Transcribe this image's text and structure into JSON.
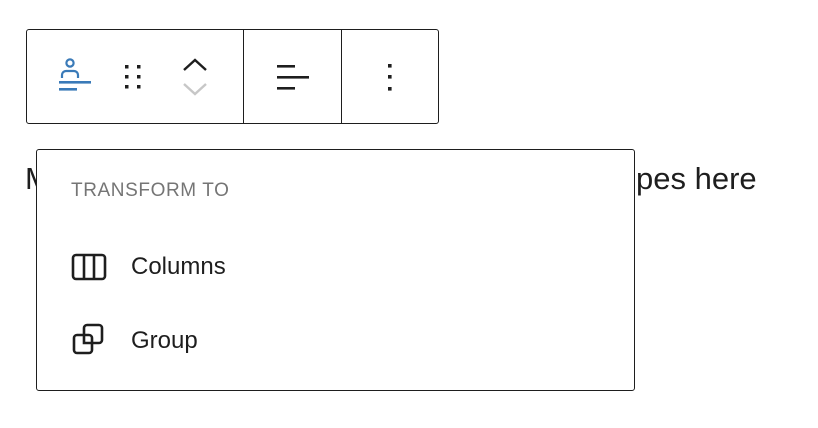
{
  "toolbar": {
    "block_type_icon": "paragraph-align-person-icon",
    "drag_handle_icon": "drag-handle-icon",
    "move_up_icon": "chevron-up-icon",
    "move_down_icon": "chevron-down-icon",
    "align_icon": "align-left-icon",
    "more_options_icon": "more-vertical-icon",
    "accent_color": "#3a7ab8",
    "disabled_color": "#c7c7c7"
  },
  "paragraph": {
    "visible_left": "M",
    "visible_right": "pes here"
  },
  "popover": {
    "title": "TRANSFORM TO",
    "items": [
      {
        "label": "Columns",
        "icon": "columns-icon"
      },
      {
        "label": "Group",
        "icon": "group-icon"
      }
    ]
  }
}
